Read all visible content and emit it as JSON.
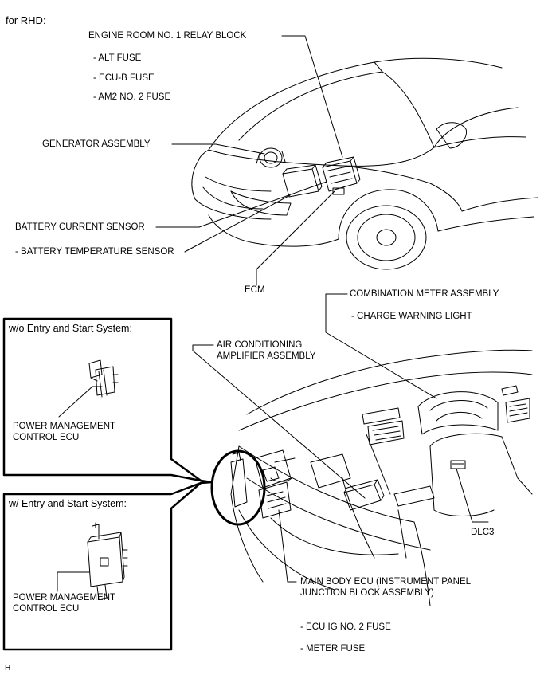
{
  "header": {
    "variant": "for RHD:"
  },
  "labels": {
    "relay_block": "ENGINE ROOM NO. 1 RELAY BLOCK",
    "alt_fuse": "- ALT FUSE",
    "ecub_fuse": "- ECU-B FUSE",
    "am2_fuse": "- AM2 NO. 2 FUSE",
    "generator": "GENERATOR ASSEMBLY",
    "battery_sensor": "BATTERY CURRENT SENSOR",
    "battery_temp": "- BATTERY TEMPERATURE SENSOR",
    "ecm": "ECM",
    "combo_meter": "COMBINATION METER ASSEMBLY",
    "charge_light": "- CHARGE WARNING LIGHT",
    "ac_amp_1": "AIR CONDITIONING",
    "ac_amp_2": "AMPLIFIER ASSEMBLY",
    "dlc3": "DLC3",
    "main_body_1": "MAIN BODY ECU (INSTRUMENT PANEL",
    "main_body_2": "JUNCTION BLOCK ASSEMBLY)",
    "ecu_ig_fuse": "- ECU IG NO. 2 FUSE",
    "meter_fuse": "- METER FUSE"
  },
  "inset_top": {
    "title": "w/o Entry and Start System:",
    "ecu_1": "POWER MANAGEMENT",
    "ecu_2": "CONTROL ECU"
  },
  "inset_bottom": {
    "title": "w/ Entry and Start System:",
    "ecu_1": "POWER MANAGEMENT",
    "ecu_2": "CONTROL ECU"
  },
  "footer": {
    "code": "H"
  }
}
